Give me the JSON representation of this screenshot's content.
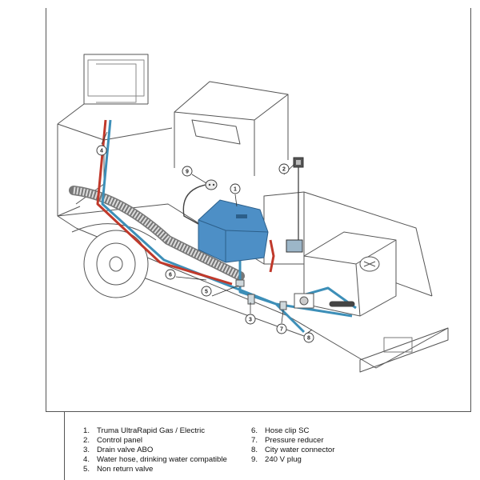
{
  "callouts": [
    "1",
    "2",
    "3",
    "4",
    "5",
    "6",
    "7",
    "8",
    "9"
  ],
  "legend": [
    {
      "num": "1.",
      "text": "Truma UltraRapid Gas / Electric"
    },
    {
      "num": "2.",
      "text": "Control panel"
    },
    {
      "num": "3.",
      "text": "Drain valve ABO"
    },
    {
      "num": "4.",
      "text": "Water hose, drinking water compatible"
    },
    {
      "num": "5.",
      "text": "Non return valve"
    },
    {
      "num": "6.",
      "text": "Hose clip SC"
    },
    {
      "num": "7.",
      "text": "Pressure reducer"
    },
    {
      "num": "8.",
      "text": "City water connector"
    },
    {
      "num": "9.",
      "text": "240 V plug"
    }
  ],
  "colors": {
    "heater": "#4d8fc6",
    "water_blue": "#3d8fb8",
    "water_red": "#c0392b",
    "outline": "#555555"
  },
  "icons": [
    "plug-icon",
    "control-panel-icon",
    "heater-icon",
    "water-tank-icon",
    "wheel-icon",
    "exhaust-hose-icon",
    "city-water-connector-icon"
  ]
}
